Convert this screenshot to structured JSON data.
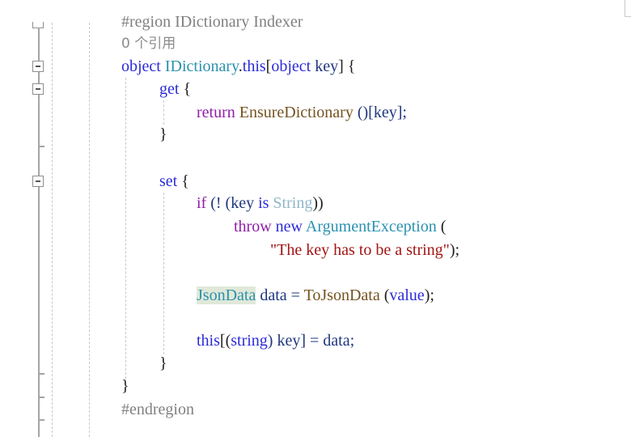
{
  "editor": {
    "codelens": "0 个引用",
    "lines": {
      "region": "#region IDictionary Indexer",
      "indexer": {
        "kw1": "object",
        "type": "IDictionary",
        "dot": ".",
        "kw2": "this",
        "open": "[",
        "kw3": "object",
        "param": " key",
        "close": "] {"
      },
      "get": {
        "kw": "get",
        "brace": " {"
      },
      "ret": {
        "kw": "return",
        "method": "EnsureDictionary",
        "rest": " ()[key];"
      },
      "get_close": "}",
      "set": {
        "kw": "set",
        "brace": " {"
      },
      "if": {
        "kw": "if",
        "p1": " (! (key ",
        "is": "is",
        "sp": " ",
        "type": "String",
        "p2": "))"
      },
      "throw": {
        "kw1": "throw",
        "sp": " ",
        "kw2": "new",
        "sp2": " ",
        "type": "ArgumentException",
        "rest": " ("
      },
      "msg": {
        "str": "\"The key has to be a string\"",
        "rest": ");"
      },
      "json": {
        "type": "JsonData",
        "mid": " data = ",
        "method": "ToJsonData",
        "p1": " (",
        "val": "value",
        "p2": ");"
      },
      "assign": {
        "kw1": "this",
        "p1": "[(",
        "kw2": "string",
        "p2": ") key] = data;"
      },
      "set_close": "}",
      "indexer_close": "}",
      "endregion": "#endregion"
    }
  },
  "colors": {
    "keyword": "#2b2bd8",
    "control": "#8f1fa6",
    "type": "#2b91af",
    "method": "#74531f",
    "string": "#a31515",
    "region": "#808080",
    "highlight": "#e0e8d8"
  }
}
